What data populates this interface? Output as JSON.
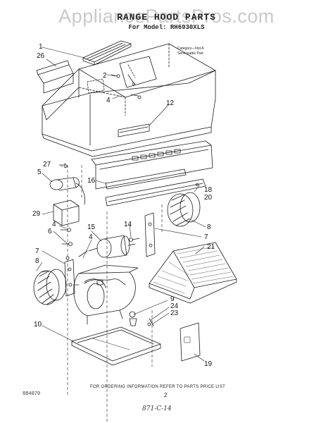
{
  "watermark": "AppliancePartsPros.com",
  "title": "RANGE HOOD PARTS",
  "model_line": "For Model: RH6930XLS",
  "category_note": {
    "line1": "Category—Not A",
    "line2": "Serviceable Part"
  },
  "callouts": [
    "1",
    "26",
    "2",
    "4",
    "12",
    "27",
    "5",
    "16",
    "18",
    "20",
    "29",
    "4",
    "6",
    "15",
    "14",
    "8",
    "7",
    "7",
    "4",
    "21",
    "8",
    "9",
    "24",
    "23",
    "10",
    "19"
  ],
  "footer_note": "FOR ORDERING INFORMATION REFER TO PARTS PRICE LIST",
  "doc_number": "884070",
  "page_number": "2",
  "handwritten": "871-C-14"
}
